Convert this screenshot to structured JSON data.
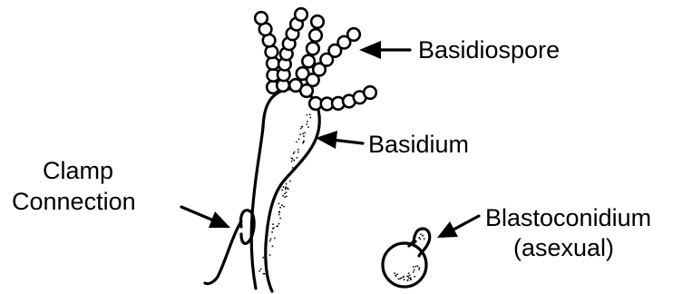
{
  "labels": {
    "basidiospore": "Basidiospore",
    "basidium": "Basidium",
    "clamp_line1": "Clamp",
    "clamp_line2": "Connection",
    "blasto_line1": "Blastoconidium",
    "blasto_line2": "(asexual)"
  }
}
